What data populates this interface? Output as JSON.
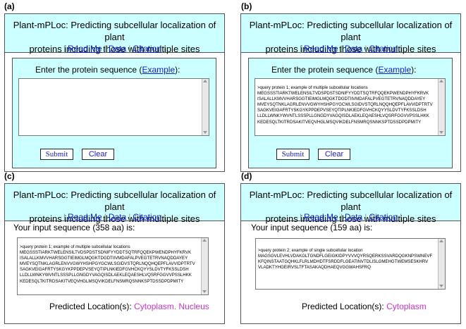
{
  "panels": {
    "a": {
      "label": "(a)"
    },
    "b": {
      "label": "(b)"
    },
    "c": {
      "label": "(c)"
    },
    "d": {
      "label": "(d)"
    }
  },
  "header": {
    "title_line1": "Plant-mPLoc: Predicting subcellular localization of plant",
    "title_line2": "proteins including those with multiple sites",
    "nav": [
      "Read Me",
      "Data",
      "Citation"
    ]
  },
  "input_form": {
    "prompt": "Enter the protein sequence (",
    "example_link": "Example",
    "prompt_end": "):",
    "submit_label": "Submit",
    "clear_label": "Clear"
  },
  "sequence1": "&gt;query protein 1; example of multiple subcellular locations\nMEGSSSTIARKTWELENSILTVDSPDSTSDNIFYYDDTSQTRFQQEKPWENDPHYFKRVK\nISALALLKMVVHARSGGTIEIMGLMQGKTDGDTIIVMDAFALPVEGTETRVNAQDDAYEY\nMVEYSQTNKLAGRLENVVGWYHSHPGYGCWLSGIDVSTQRLNQQHQEPFLAVVIDPTRTV\nSAGKVEIGAFRTYSKGYKPPDEPVSEYQTIPLNKIEDFGVHCKQYYSLDVTYFKSSLDSH\nLLDLLWNKYWVNTLSSSPLLGNGDYVAGQISDLAEKLEQAESHLVQSRFGGVVPSSLHKK\nKEDESQLTKITRDSAKITVEQVHGLMSQVIKDELFNSMRQSNNKSPTDSSDPDPMITY",
  "panel_c": {
    "input_label": "Your input sequence (358 aa) is:",
    "pred_label": "Predicted Location(s): ",
    "pred_value": "Cytoplasm. Nucleus"
  },
  "panel_d": {
    "input_label": "Your input sequence (159 aa) is:",
    "sequence": "&gt;query protein 2; example of single subcellular location\nMAGSGVLEVHLVDAKGLTGNDFLGEIGKIDPYVVVQYRSQERKSSVARDQGKNPSWNEVF\nKFQINSTAATGQHKLFLRLMDHDTFSRDDFLGEATINVTDLISLGMEHGTWEMSESKHRV\nVLADKTYHGEIRVSLTFTASAKAQDHAEQVGGWAHSFRQ",
    "pred_label": "Predicted Location(s): ",
    "pred_value": "Cytoplasm"
  }
}
